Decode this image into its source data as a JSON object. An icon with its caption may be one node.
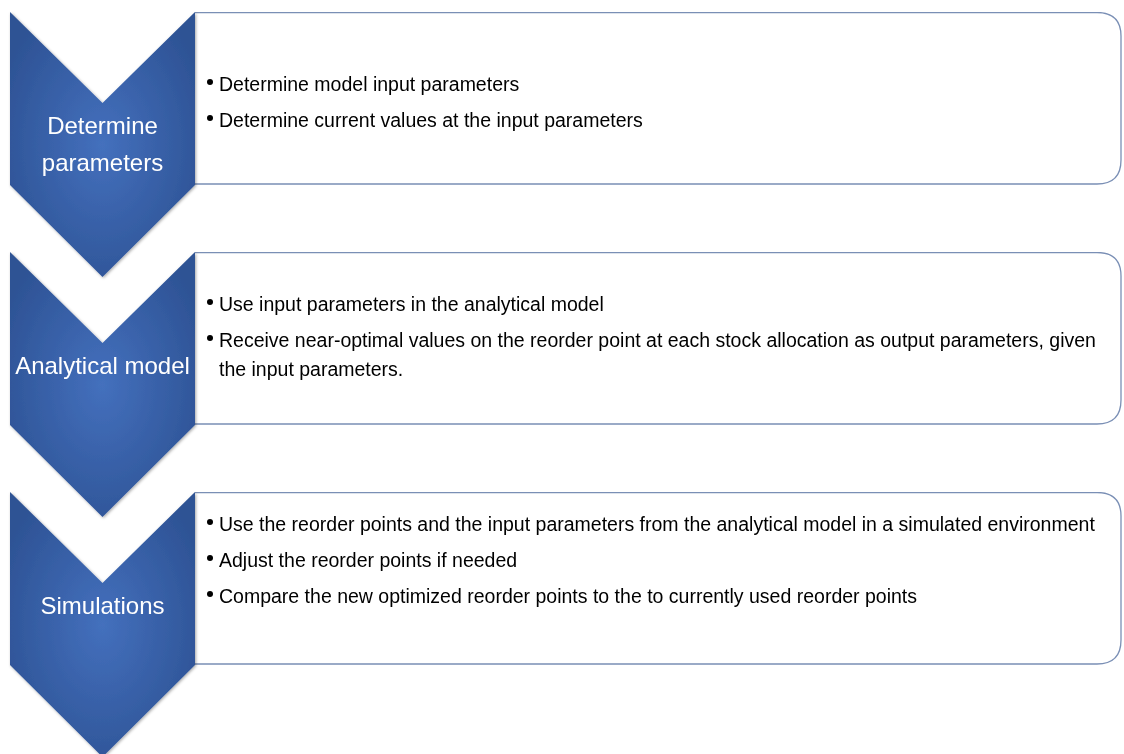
{
  "diagram": {
    "nodes": [
      {
        "text": [
          "Determine parameters"
        ]
      },
      {
        "text": [
          "Determine model input parameters",
          "Determine current values at the input parameters"
        ]
      },
      {
        "text": [
          "Analytical model"
        ]
      },
      {
        "text": [
          "Use input parameters in the analytical model",
          "Receive near-optimal values on the reorder point at each stock allocation as output parameters, given the input parameters."
        ]
      },
      {
        "text": [
          "Simulations"
        ]
      },
      {
        "text": [
          "Use the reorder points and the input parameters from the analytical model in a simulated environment",
          "Adjust the reorder points if needed",
          "Compare the new optimized reorder points to the to currently used reorder points"
        ]
      }
    ]
  }
}
